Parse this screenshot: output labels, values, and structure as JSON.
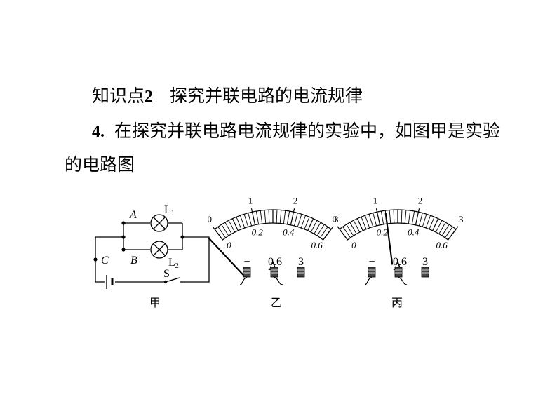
{
  "heading": {
    "prefix": "知识点",
    "number": "2",
    "title": "探究并联电路的电流规律"
  },
  "question": {
    "number": "4",
    "line1": "在探究并联电路电流规律的实验中，如图甲是实验",
    "line2": "的电路图"
  },
  "figures": {
    "circuit": {
      "caption": "甲",
      "node_a": "A",
      "node_b": "B",
      "node_c": "C",
      "lamp1": "L",
      "lamp1_sub": "1",
      "lamp2": "L",
      "lamp2_sub": "2",
      "switch": "S"
    },
    "meter_yi": {
      "caption": "乙",
      "unit": "A",
      "upper_ticks": [
        "0",
        "1",
        "2",
        "3"
      ],
      "lower_ticks": [
        "0",
        "0.2",
        "0.4",
        "0.6"
      ],
      "terminals": [
        "−",
        "0.6",
        "3"
      ],
      "needle_reading_lower_scale": -0.05
    },
    "meter_bing": {
      "caption": "丙",
      "unit": "A",
      "upper_ticks": [
        "0",
        "1",
        "2",
        "3"
      ],
      "lower_ticks": [
        "0",
        "0.2",
        "0.4",
        "0.6"
      ],
      "terminals": [
        "−",
        "0.6",
        "3"
      ],
      "needle_reading_lower_scale": 0.24
    }
  }
}
